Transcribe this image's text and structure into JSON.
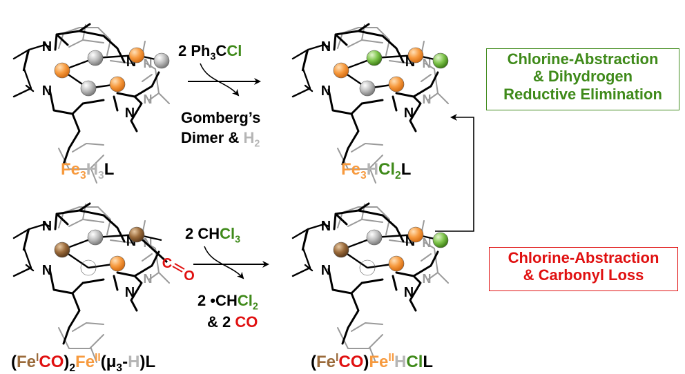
{
  "colors": {
    "fe": "#f79a3e",
    "fe_i": "#9a6a3a",
    "h": "#b5b5b5",
    "cl": "#3f8a1a",
    "o": "#e01010",
    "ligand_gray": "#9a9a9a",
    "black": "#000000"
  },
  "compounds": [
    {
      "id": "fe3h3l",
      "parts": [
        [
          "Fe",
          "fe"
        ],
        [
          "3",
          "fe",
          "sub"
        ],
        [
          "H",
          "h"
        ],
        [
          "3",
          "h",
          "sub"
        ],
        [
          "L",
          "black"
        ]
      ]
    },
    {
      "id": "fe3hcl2l",
      "parts": [
        [
          "Fe",
          "fe"
        ],
        [
          "3",
          "fe",
          "sub"
        ],
        [
          "H",
          "h"
        ],
        [
          "Cl",
          "cl"
        ],
        [
          "2",
          "cl",
          "sub"
        ],
        [
          "L",
          "black"
        ]
      ]
    },
    {
      "id": "feco2",
      "parts": [
        [
          "(",
          "black"
        ],
        [
          "Fe",
          "fe_i"
        ],
        [
          "I",
          "fe_i",
          "sup"
        ],
        [
          "CO",
          "o"
        ],
        [
          ")",
          "black"
        ],
        [
          "2",
          "black",
          "sub"
        ],
        [
          "Fe",
          "fe"
        ],
        [
          "II",
          "fe",
          "sup"
        ],
        [
          "(μ",
          "black"
        ],
        [
          "3",
          "black",
          "sub"
        ],
        [
          "-",
          "black"
        ],
        [
          "H",
          "h"
        ],
        [
          ")L",
          "black"
        ]
      ]
    },
    {
      "id": "fecohcl",
      "parts": [
        [
          "(",
          "black"
        ],
        [
          "Fe",
          "fe_i"
        ],
        [
          "I",
          "fe_i",
          "sup"
        ],
        [
          "CO",
          "o"
        ],
        [
          ")",
          "black"
        ],
        [
          "Fe",
          "fe"
        ],
        [
          "II",
          "fe",
          "sup"
        ],
        [
          "H",
          "h"
        ],
        [
          "Cl",
          "cl"
        ],
        [
          "L",
          "black"
        ]
      ]
    }
  ],
  "conditions": {
    "top_reagent": [
      [
        "2 Ph",
        "black"
      ],
      [
        "3",
        "black",
        "sub"
      ],
      [
        "C",
        "black"
      ],
      [
        "Cl",
        "cl"
      ]
    ],
    "top_byproduct_line1": [
      [
        "Gomberg’s",
        "black"
      ]
    ],
    "top_byproduct_line2": [
      [
        "Dimer & ",
        "black"
      ],
      [
        "H",
        "h"
      ],
      [
        "2",
        "h",
        "sub"
      ]
    ],
    "bottom_reagent": [
      [
        "2 CH",
        "black"
      ],
      [
        "Cl",
        "cl"
      ],
      [
        "3",
        "cl",
        "sub"
      ]
    ],
    "bottom_byproduct_line1": [
      [
        "2 •CH",
        "black"
      ],
      [
        "Cl",
        "cl"
      ],
      [
        "2",
        "cl",
        "sub"
      ]
    ],
    "bottom_byproduct_line2": [
      [
        "& 2 ",
        "black"
      ],
      [
        "CO",
        "o"
      ]
    ]
  },
  "boxes": {
    "green": {
      "lines": [
        "Chlorine-Abstraction",
        "& Dihydrogen",
        "Reductive Elimination"
      ],
      "color": "#3f8a1a"
    },
    "red": {
      "lines": [
        "Chlorine-Abstraction",
        "& Carbonyl Loss"
      ],
      "color": "#e01010"
    }
  },
  "atom_labels": {
    "n": "N",
    "c": "C",
    "o": "O"
  }
}
